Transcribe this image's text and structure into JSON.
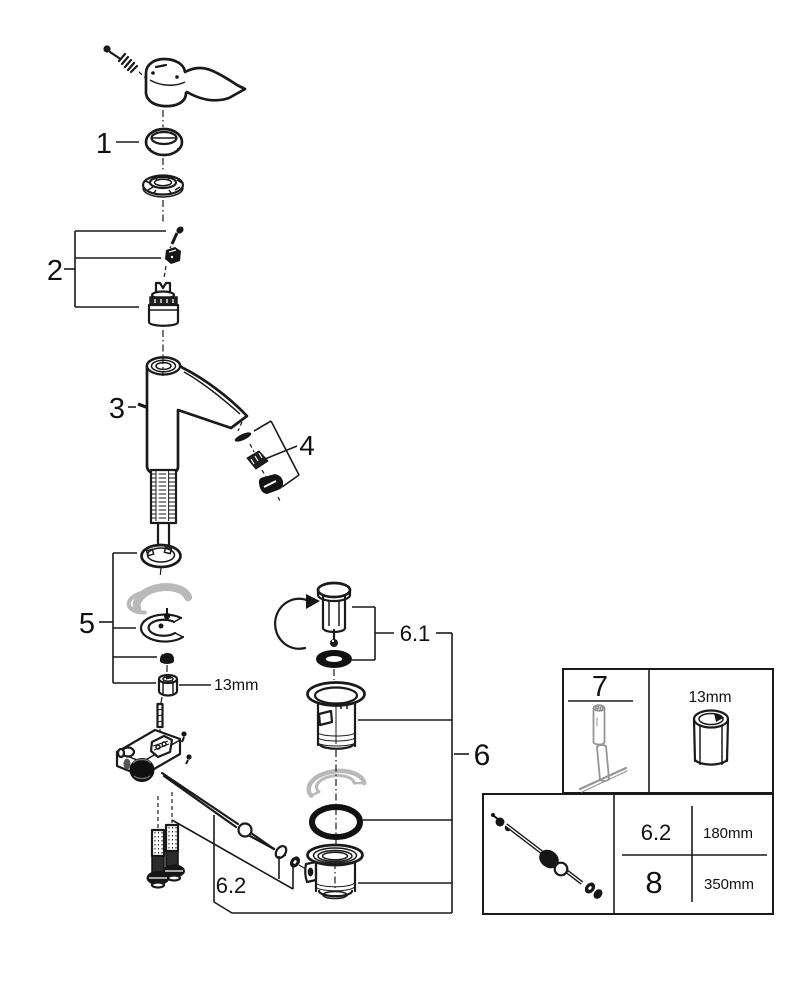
{
  "diagram": {
    "callouts": {
      "handle": "1",
      "cartridge": "2",
      "body": "3",
      "aerator": "4",
      "mounting": "5",
      "drain": "6",
      "plug": "6.1",
      "rod": "6.2",
      "nut_size": "13mm"
    },
    "legend": {
      "tool_number": "7",
      "socket_size": "13mm",
      "table": {
        "rows": [
          {
            "ref": "6.2",
            "length": "180mm"
          },
          {
            "ref": "8",
            "length": "350mm"
          }
        ]
      }
    }
  }
}
